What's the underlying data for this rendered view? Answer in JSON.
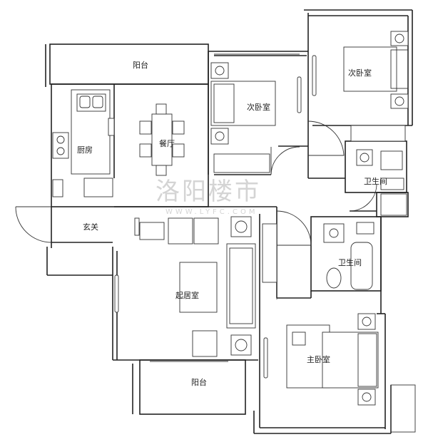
{
  "rooms": {
    "balcony_top": "阳台",
    "kitchen": "厨房",
    "dining": "餐厅",
    "second_bedroom_a": "次卧室",
    "second_bedroom_b": "次卧室",
    "bathroom_a": "卫生间",
    "bathroom_b": "卫生间",
    "entry": "玄关",
    "living_room": "起居室",
    "master_bedroom": "主卧室",
    "balcony_bottom": "阳台"
  },
  "watermark": {
    "chinese": "洛阳楼市",
    "url": "WWW.LYFC.COM"
  }
}
